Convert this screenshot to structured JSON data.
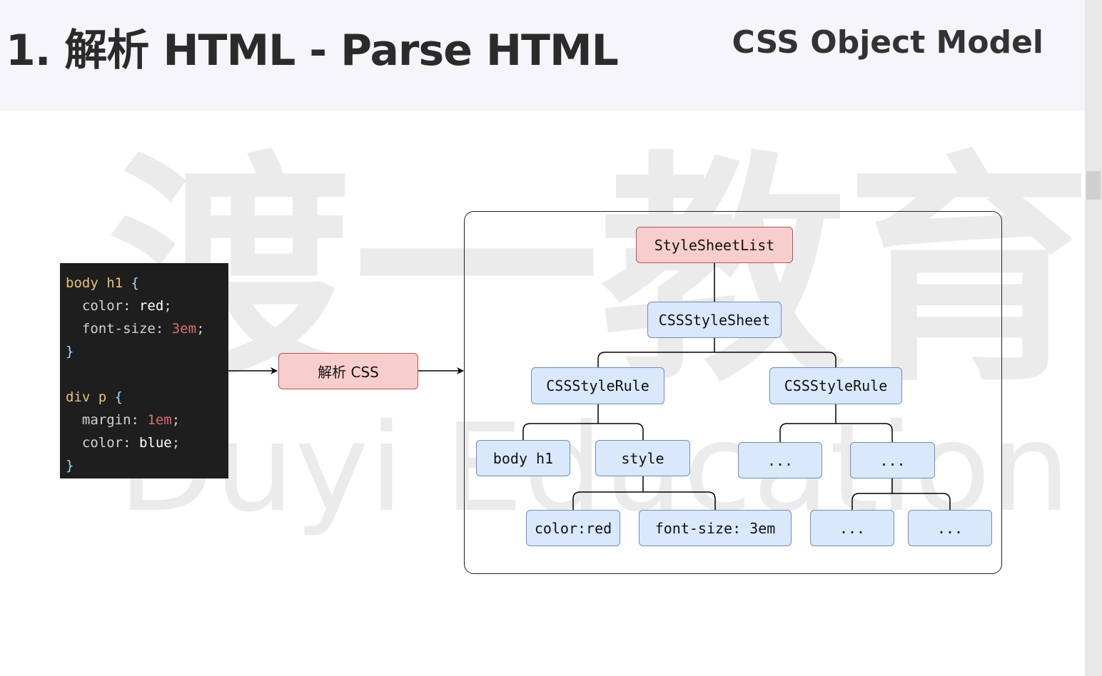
{
  "header": {
    "title": "1. 解析 HTML - Parse HTML",
    "subtitle": "CSS Object Model"
  },
  "watermark": {
    "cn": "渡一教育",
    "en": "Duyi Education"
  },
  "code": {
    "block1": {
      "selector": "body h1",
      "decl1": {
        "prop": "color",
        "value": "red"
      },
      "decl2": {
        "prop": "font-size",
        "value": "3em"
      }
    },
    "block2": {
      "selector": "div p",
      "decl1": {
        "prop": "margin",
        "value": "1em"
      },
      "decl2": {
        "prop": "color",
        "value": "blue"
      }
    },
    "open_brace": "{",
    "close_brace": "}"
  },
  "parse_box": {
    "label": "解析 CSS"
  },
  "tree": {
    "root": "StyleSheetList",
    "sheet": "CSSStyleSheet",
    "rule1": "CSSStyleRule",
    "rule2": "CSSStyleRule",
    "selector": "body h1",
    "style": "style",
    "decl1": "color:red",
    "decl2": "font-size: 3em",
    "ellipsis": "..."
  },
  "colors": {
    "node_blue_fill": "#dae8fc",
    "node_blue_border": "#6c8ebf",
    "node_red_fill": "#f8cecc",
    "node_red_border": "#b85450",
    "code_bg": "#1e1e1e"
  }
}
